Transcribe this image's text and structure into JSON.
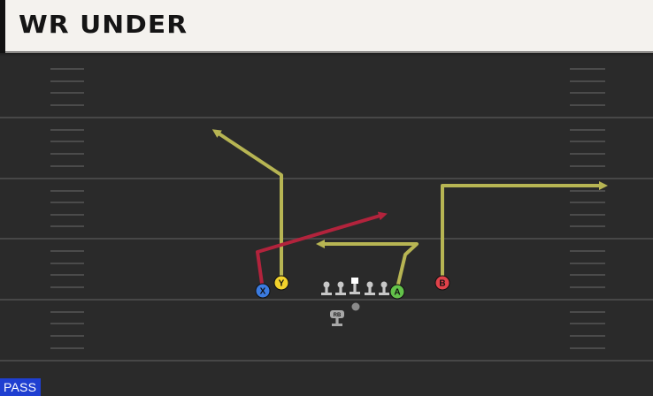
{
  "play": {
    "title": "WR UNDER",
    "badge": "PASS"
  },
  "players": {
    "x": {
      "label": "X",
      "color": "#3b7be0"
    },
    "y": {
      "label": "Y",
      "color": "#f2d22c"
    },
    "a": {
      "label": "A",
      "color": "#63c24a"
    },
    "b": {
      "label": "B",
      "color": "#e0424a"
    },
    "rb": {
      "label": "RB"
    }
  },
  "colors": {
    "field": "#2a2a2a",
    "route_primary": "#b7b553",
    "route_red": "#b2233c",
    "yard_line": "#474747",
    "hash": "#4b4b4b",
    "lineman": "#c8c8c8",
    "badge": "#1f3fd1",
    "header_bg": "#f4f2ee"
  },
  "icons": {
    "lineman": "lineman-icon",
    "center": "center-icon",
    "ball": "football-icon",
    "quarterback": "quarterback-icon"
  }
}
